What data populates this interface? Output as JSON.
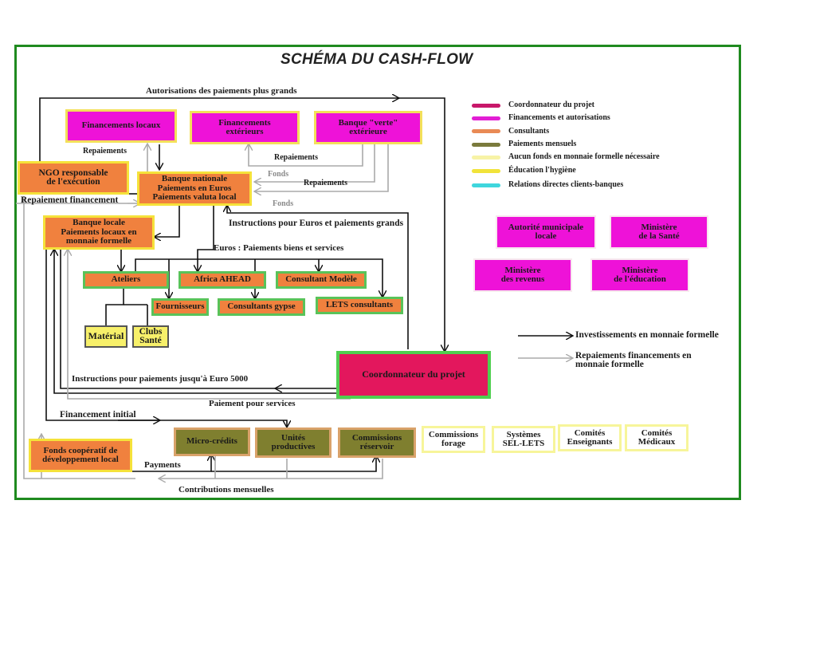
{
  "title": "SCHÉMA DU CASH-FLOW",
  "boxes": {
    "financements_locaux": "Financements locaux",
    "financements_exterieurs": "Financements\nextérieurs",
    "banque_verte": "Banque \"verte\"\nextérieure",
    "ngo": "NGO responsable\nde l'exécution",
    "banque_nationale": "Banque nationale\nPaiements en Euros\nPaiements valuta local",
    "banque_locale": "Banque locale\nPaiements locaux en\nmonnaie formelle",
    "ateliers": "Ateliers",
    "africa_ahead": "Africa AHEAD",
    "consultant_modele": "Consultant Modèle",
    "fournisseurs": "Fournisseurs",
    "consultants_gypse": "Consultants gypse",
    "lets_consultants": "LETS consultants",
    "materiel": "Matérial",
    "clubs_sante": "Clubs\nSanté",
    "coordonnateur": "Coordonnateur du projet",
    "autorite_municipale": "Autorité municipale\nlocale",
    "ministere_sante": "Ministère\nde la Santé",
    "ministere_revenus": "Ministère\ndes revenus",
    "ministere_education": "Ministère\nde l'éducation",
    "micro_credits": "Micro-crédits",
    "unites_productives": "Unités\nproductives",
    "commissions_reservoir": "Commissions\nréservoir",
    "fonds_cooperatif": "Fonds coopératif de\ndéveloppement local",
    "commissions_forage": "Commissions\nforage",
    "systemes_sel_lets": "Systèmes\nSEL-LETS",
    "comites_enseignants": "Comités\nEnseignants",
    "comites_medicaux": "Comités\nMédicaux"
  },
  "labels": {
    "autorisations": "Autorisations des paiements plus grands",
    "repaiements_1": "Repaiements",
    "repaiements_2": "Repaiements",
    "repaiements_3": "Repaiements",
    "fonds_1": "Fonds",
    "fonds_2": "Fonds",
    "repaiement_financement": "Repaiement financement",
    "instructions_euros": "Instructions pour Euros et paiements grands",
    "euros_paiements": "Euros : Paiements biens et services",
    "instructions_5000": "Instructions pour paiements jusqu'à Euro 5000",
    "paiement_services": "Paiement pour services",
    "financement_initial": "Financement initial",
    "payments": "Payments",
    "contributions": "Contributions mensuelles"
  },
  "legend": [
    {
      "label": "Coordonnateur du projet",
      "color": "#c8176a"
    },
    {
      "label": "Financements et autorisations",
      "color": "#e21ed4"
    },
    {
      "label": "Consultants",
      "color": "#e98a55"
    },
    {
      "label": "Paiements mensuels",
      "color": "#7a7a3c"
    },
    {
      "label": "Aucun fonds en monnaie formelle nécessaire",
      "color": "#f7f3a6"
    },
    {
      "label": "Éducation l'hygiène",
      "color": "#f1e33a"
    },
    {
      "label": "Relations directes clients-banques",
      "color": "#3fd6dd"
    }
  ],
  "arrow_legend": {
    "investissements": "Investissements en monnaie formelle",
    "repaiements": "Repaiements financements en\nmonnaie formelle"
  },
  "colors": {
    "frame": "#1f8a1f",
    "pink": "#ee12d8",
    "orange": "#f0813e",
    "olive": "#7f7f2f",
    "coordonnateur": "#e3175d"
  }
}
